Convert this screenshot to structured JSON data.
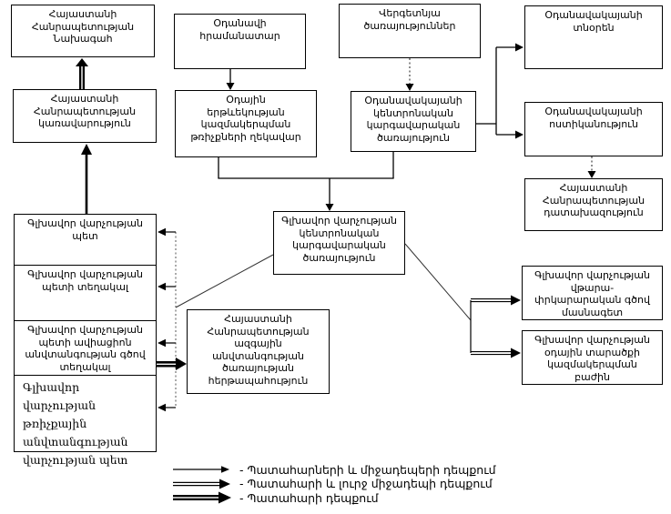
{
  "boxes": {
    "president": {
      "label": "Հայաստանի\nՀանրապետության\nՆախագահ"
    },
    "government": {
      "label": "Հայաստանի\nՀանրապետության\nկառավարություն"
    },
    "aircraft_commander": {
      "label": "Օդանավի\nհրամանատար"
    },
    "atm_flights_chief": {
      "label": "Օդային\nերթևեկության\nկազմակերպման\nթռիչքների ղեկավար"
    },
    "ground_services": {
      "label": "Վերգետնյա\nծառայություններ"
    },
    "airport_central_dispatch": {
      "label": "Օդանավակայանի\nկենտրոնական\nկարգավարական\nծառայություն"
    },
    "airport_director": {
      "label": "Օդանավակայանի\nտնօրեն"
    },
    "airport_police": {
      "label": "Օդանավակայանի\nոստիկանություն"
    },
    "prosecutor_office": {
      "label": "Հայաստանի\nՀանրապետության\nդատախազություն"
    },
    "main_dept_central_dispatch": {
      "label": "Գլխավոր վարչության\nկենտրոնական\nկարգավարական\nծառայություն"
    },
    "main_dept_head": {
      "label": "Գլխավոր վարչության\nպետ"
    },
    "main_dept_deputy_head": {
      "label": "Գլխավոր վարչության\nպետի տեղակալ"
    },
    "deputy_head_aviation_security": {
      "label": "Գլխավոր վարչության\nպետի ավիացիոն\nանվտանգության գծով\nտեղակալ"
    },
    "flight_safety_dept_head": {
      "label": "Գլխավոր վարչության\nթռիչքային\nանվտանգության\nվարչության պետ"
    },
    "nss_duty_service": {
      "label": "Հայաստանի\nՀանրապետության\nազգային\nանվտանգության\nծառայության\nհերթապահություն"
    },
    "emergency_rescue_specialist": {
      "label": "Գլխավոր վարչության\nվթարա-\nփրկարարական գծով\nմասնագետ"
    },
    "airspace_organization_dept": {
      "label": "Գլխավոր վարչության\nօդային տարածքի\nկազմակերպման\nբաժին"
    }
  },
  "legend": {
    "items": [
      {
        "arrow": "thin",
        "label": "- Պատահարների և միջադեպերի դեպքում"
      },
      {
        "arrow": "double",
        "label": "- Պատահարի և լուրջ միջադեպի դեպքում"
      },
      {
        "arrow": "thick",
        "label": "- Պատահարի դեպքում"
      }
    ]
  },
  "colors": {
    "line": "#000000",
    "dotted": "#444444",
    "background": "#ffffff"
  }
}
